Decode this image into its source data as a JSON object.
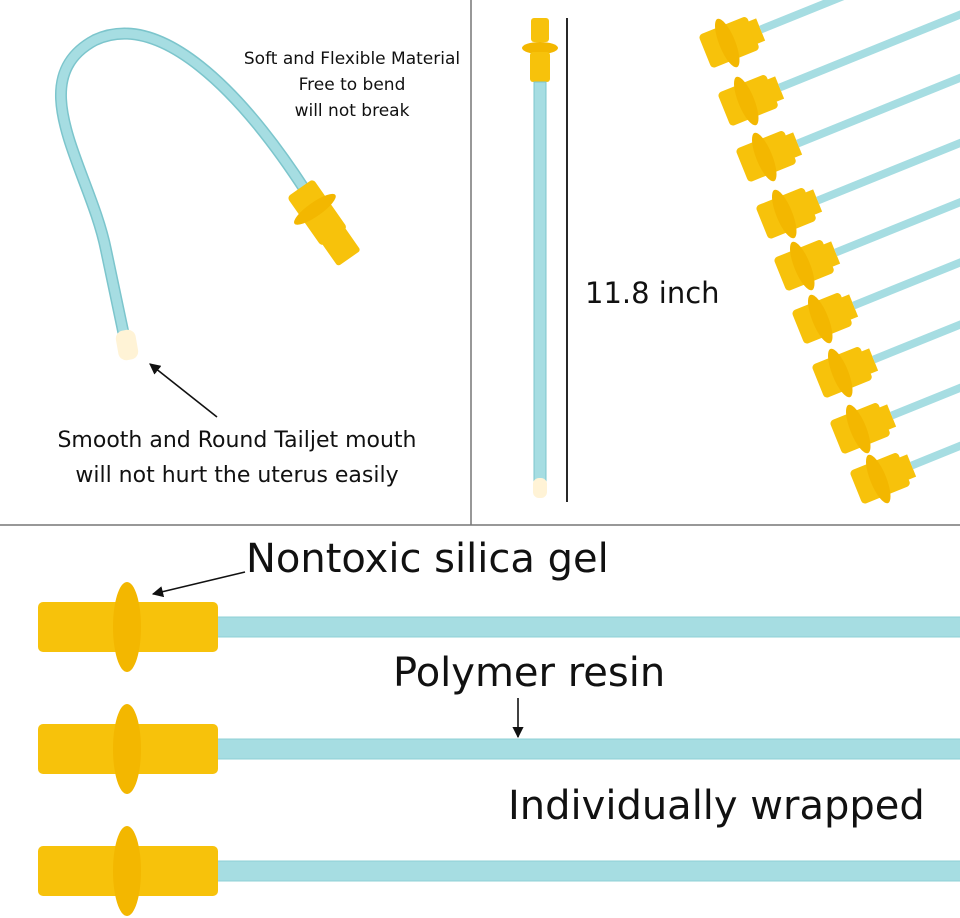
{
  "labels": {
    "soft_line1": "Soft and Flexible Material",
    "soft_line2": "Free to bend",
    "soft_line3": "will not break",
    "tail_line1": "Smooth and Round Tailjet mouth",
    "tail_line2": "will not hurt the uterus easily",
    "length": "11.8 inch",
    "silica": "Nontoxic silica gel",
    "polymer": "Polymer resin",
    "wrapped": "Individually wrapped"
  },
  "colors": {
    "tube": "#a6dde2",
    "tube_edge": "#7cc5cc",
    "cap": "#f7c20b",
    "cap_shade": "#e3a800",
    "tip": "#fff3d6",
    "divider": "#777777"
  }
}
